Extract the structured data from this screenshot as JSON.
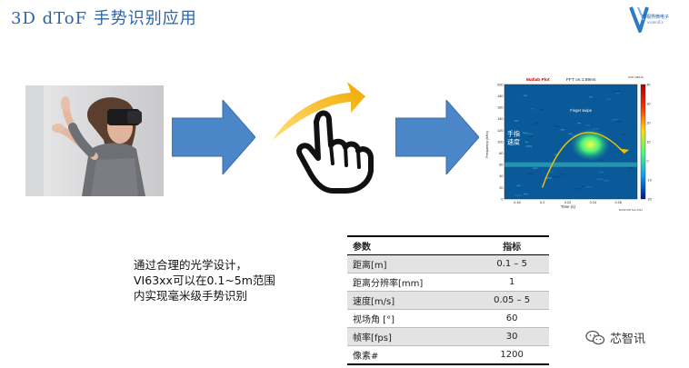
{
  "header": {
    "title": "3D dToF 手势识别应用"
  },
  "logo": {
    "company": "芯视界微电子",
    "sub": "visionICs"
  },
  "plot": {
    "title_left": "Matlab Plot",
    "title_right": "FFT on:1.59ms",
    "ylabel": "Frequency (kHz)",
    "xlabel": "Time (s)",
    "annotation_swipe": "Finger swipe",
    "overlay_line1": "手指",
    "overlay_line2": "速度",
    "footer": "MONITOR Nov 2021",
    "colorbar_label": "PSD (dB/Hz)"
  },
  "chart_data": {
    "type": "heatmap",
    "title": "Matlab Plot | FFT on:1.59ms",
    "xlabel": "Time (s)",
    "ylabel": "Frequency (kHz)",
    "x_ticks": [
      0.18,
      0.2,
      0.22,
      0.24,
      0.26
    ],
    "y_ticks": [
      0,
      20,
      40,
      60,
      80,
      100,
      120,
      140,
      160,
      180,
      200
    ],
    "colorbar_ticks": [
      40,
      30,
      20,
      10,
      0,
      -10,
      -20
    ],
    "xlim": [
      0.17,
      0.275
    ],
    "ylim": [
      0,
      200
    ],
    "clim": [
      -20,
      40
    ],
    "annotation": "Finger swipe"
  },
  "description": {
    "line1": "通过合理的光学设计，",
    "line2": "VI63xx可以在0.1~5m范围",
    "line3": "内实现毫米级手势识别"
  },
  "spec_table": {
    "headers": [
      "参数",
      "指标"
    ],
    "rows": [
      [
        "距离[m]",
        "0.1 – 5"
      ],
      [
        "距离分辨率[mm]",
        "1"
      ],
      [
        "速度[m/s]",
        "0.05 – 5"
      ],
      [
        "视场角 [°]",
        "60"
      ],
      [
        "帧率[fps]",
        "30"
      ],
      [
        "像素#",
        "1200"
      ]
    ]
  },
  "watermark": {
    "text": "芯智讯"
  },
  "icons": [
    "vr-user-photo",
    "right-arrow-icon",
    "swipe-hand-icon",
    "wechat-icon"
  ],
  "colors": {
    "title": "#2c64a8",
    "arrow": "#4a86c8",
    "swipe_arrow": "#f2b600"
  }
}
